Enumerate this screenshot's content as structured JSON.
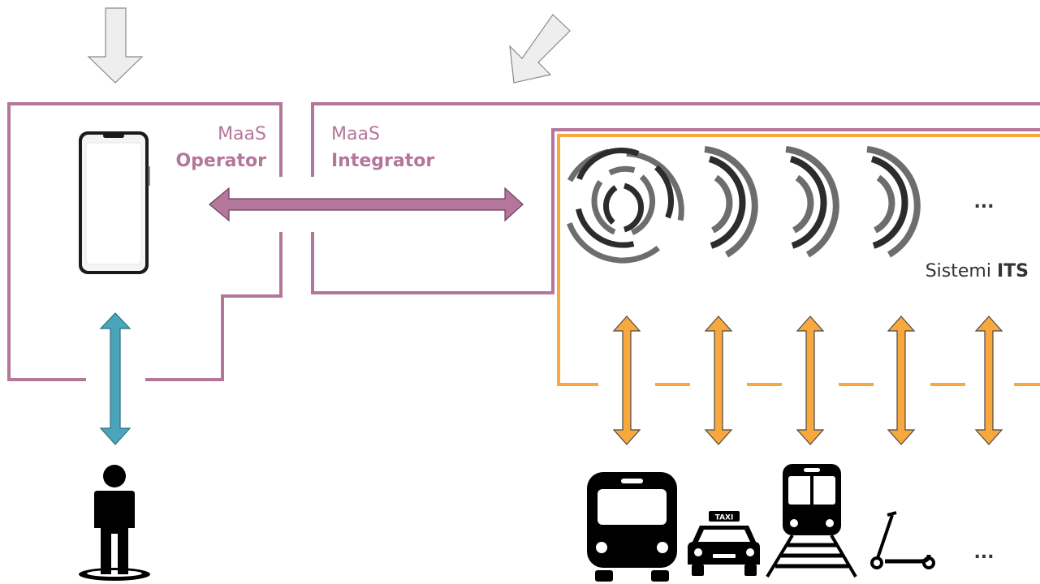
{
  "operator": {
    "line1": "MaaS",
    "line2": "Operator"
  },
  "integrator": {
    "line1": "MaaS",
    "line2": "Integrator"
  },
  "its": {
    "prefix": "Sistemi",
    "name": "ITS",
    "more": "..."
  },
  "transport": {
    "more": "...",
    "taxi_sign": "TAXI"
  },
  "colors": {
    "maas": "#b5769b",
    "its": "#f8a83c",
    "user_link": "#4aa5bb",
    "input_arrow": "#eeeeee",
    "dark": "#333333"
  }
}
